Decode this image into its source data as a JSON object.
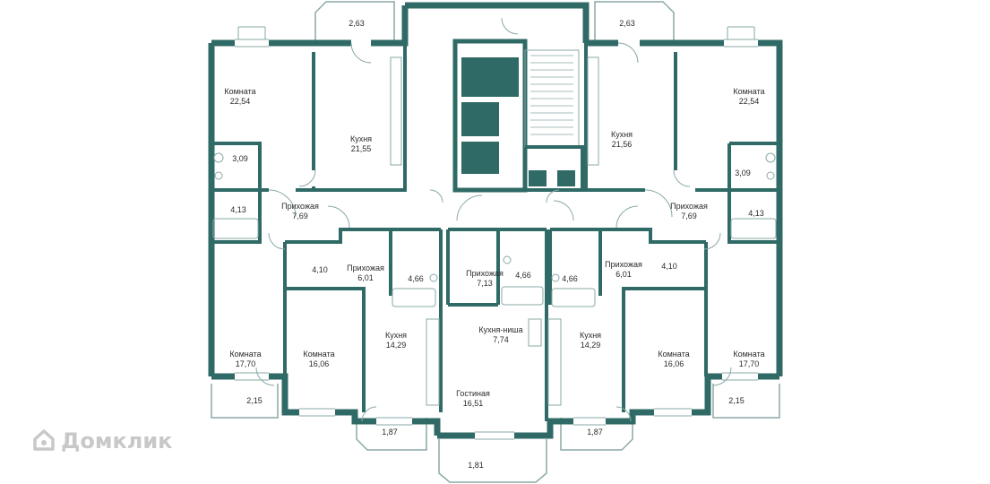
{
  "colors": {
    "wall": "#2f6a66",
    "line": "#8aa9a7",
    "text": "#2b2b2b",
    "watermark": "#c8c8c8"
  },
  "rooms": {
    "room_left_top": {
      "name": "Комната",
      "area": "22,54"
    },
    "bath_left_top": {
      "name": "",
      "area": "3,09"
    },
    "kitchen_left": {
      "name": "Кухня",
      "area": "21,55"
    },
    "balcony_left_top": {
      "name": "",
      "area": "2,63"
    },
    "bath_left_mid": {
      "name": "",
      "area": "4,13"
    },
    "hall_left": {
      "name": "Прихожая",
      "area": "7,69"
    },
    "closet_left": {
      "name": "",
      "area": "4,10"
    },
    "hall_left2": {
      "name": "Прихожая",
      "area": "6,01"
    },
    "bath_left2": {
      "name": "",
      "area": "4,66"
    },
    "kitchen_left2": {
      "name": "Кухня",
      "area": "14,29"
    },
    "room_left_bottom": {
      "name": "Комната",
      "area": "17,70"
    },
    "room_left2": {
      "name": "Комната",
      "area": "16,06"
    },
    "balcony_left_bottom": {
      "name": "",
      "area": "2,15"
    },
    "balcony_left2": {
      "name": "",
      "area": "1,87"
    },
    "hall_center": {
      "name": "Прихожая",
      "area": "7,13"
    },
    "bath_center": {
      "name": "",
      "area": "4,66"
    },
    "kitchen_niche": {
      "name": "Кухня-ниша",
      "area": "7,74"
    },
    "living": {
      "name": "Гостиная",
      "area": "16,51"
    },
    "balcony_center": {
      "name": "",
      "area": "1,81"
    },
    "room_right_top": {
      "name": "Комната",
      "area": "22,54"
    },
    "bath_right_top": {
      "name": "",
      "area": "3,09"
    },
    "kitchen_right": {
      "name": "Кухня",
      "area": "21,56"
    },
    "balcony_right_top": {
      "name": "",
      "area": "2,63"
    },
    "bath_right_mid": {
      "name": "",
      "area": "4,13"
    },
    "hall_right": {
      "name": "Прихожая",
      "area": "7,69"
    },
    "closet_right": {
      "name": "",
      "area": "4,10"
    },
    "hall_right2": {
      "name": "Прихожая",
      "area": "6,01"
    },
    "bath_right2": {
      "name": "",
      "area": "4,66"
    },
    "kitchen_right2": {
      "name": "Кухня",
      "area": "14,29"
    },
    "room_right_bottom": {
      "name": "Комната",
      "area": "17,70"
    },
    "room_right2": {
      "name": "Комната",
      "area": "16,06"
    },
    "balcony_right_bottom": {
      "name": "",
      "area": "2,15"
    },
    "balcony_right2": {
      "name": "",
      "area": "1,87"
    }
  },
  "watermark": "Домклик"
}
